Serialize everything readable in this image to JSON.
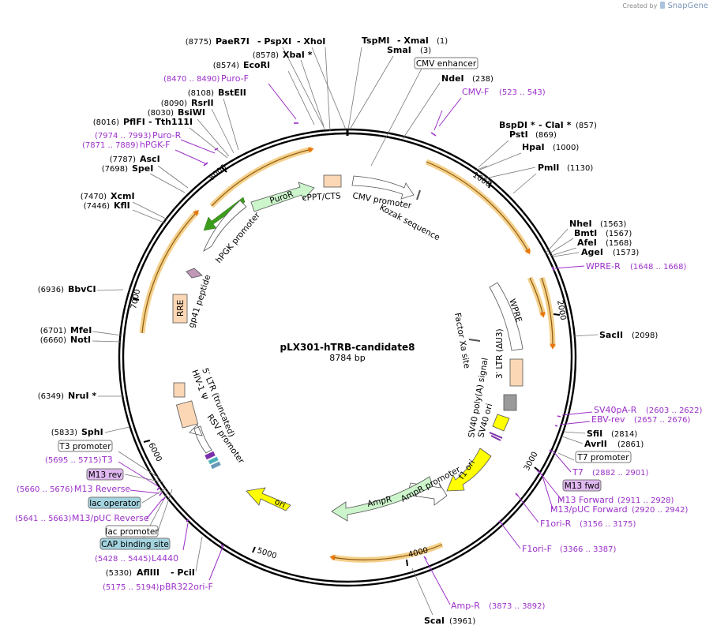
{
  "credit": {
    "created_by": "Created by",
    "brand": "SnapGene"
  },
  "plasmid": {
    "name": "pLX301-hTRB-candidate8",
    "size": "8784 bp"
  },
  "ticks": [
    "1000",
    "2000",
    "3000",
    "4000",
    "5000",
    "6000",
    "7000",
    "8000"
  ],
  "sites": [
    {
      "name": "PaeR7I",
      "pos": "(8775)"
    },
    {
      "name": "- PspXI",
      "pos": ""
    },
    {
      "name": "- XhoI",
      "pos": ""
    },
    {
      "name": "XbaI *",
      "pos": "(8578)"
    },
    {
      "name": "EcoRI",
      "pos": "(8574)"
    },
    {
      "name": "TspMI",
      "pos": ""
    },
    {
      "name": "- XmaI",
      "pos": "(1)"
    },
    {
      "name": "SmaI",
      "pos": "(3)"
    },
    {
      "name": "NdeI",
      "pos": "(238)"
    },
    {
      "name": "BstEII",
      "pos": "(8108)"
    },
    {
      "name": "RsrII",
      "pos": "(8090)"
    },
    {
      "name": "BsiWI",
      "pos": "(8030)"
    },
    {
      "name": "PflFI",
      "pos": "(8016)"
    },
    {
      "name": "- Tth111I",
      "pos": ""
    },
    {
      "name": "AscI",
      "pos": "(7787)"
    },
    {
      "name": "SpeI",
      "pos": "(7698)"
    },
    {
      "name": "XcmI",
      "pos": "(7470)"
    },
    {
      "name": "KflI",
      "pos": "(7446)"
    },
    {
      "name": "BbvCI",
      "pos": "(6936)"
    },
    {
      "name": "MfeI",
      "pos": "(6701)"
    },
    {
      "name": "NotI",
      "pos": "(6660)"
    },
    {
      "name": "NruI *",
      "pos": "(6349)"
    },
    {
      "name": "SphI",
      "pos": "(5833)"
    },
    {
      "name": "AflIII",
      "pos": "(5330)"
    },
    {
      "name": "- PciI",
      "pos": ""
    },
    {
      "name": "ScaI",
      "pos": "(3961)"
    },
    {
      "name": "BspDI *",
      "pos": ""
    },
    {
      "name": "- ClaI *",
      "pos": "(857)"
    },
    {
      "name": "PstI",
      "pos": "(869)"
    },
    {
      "name": "HpaI",
      "pos": "(1000)"
    },
    {
      "name": "PmlI",
      "pos": "(1130)"
    },
    {
      "name": "NheI",
      "pos": "(1563)"
    },
    {
      "name": "BmtI",
      "pos": "(1567)"
    },
    {
      "name": "AfeI",
      "pos": "(1568)"
    },
    {
      "name": "AgeI",
      "pos": "(1573)"
    },
    {
      "name": "SacII",
      "pos": "(2098)"
    },
    {
      "name": "SfiI",
      "pos": "(2814)"
    },
    {
      "name": "AvrII",
      "pos": "(2861)"
    }
  ],
  "primers": [
    {
      "name": "Puro-F",
      "pos": "(8470 .. 8490)"
    },
    {
      "name": "CMV-F",
      "pos": "(523 .. 543)"
    },
    {
      "name": "Puro-R",
      "pos": "(7974 .. 7993)"
    },
    {
      "name": "hPGK-F",
      "pos": "(7871 .. 7889)"
    },
    {
      "name": "WPRE-R",
      "pos": "(1648 .. 1668)"
    },
    {
      "name": "SV40pA-R",
      "pos": "(2603 .. 2622)"
    },
    {
      "name": "EBV-rev",
      "pos": "(2657 .. 2676)"
    },
    {
      "name": "T7",
      "pos": "(2882 .. 2901)"
    },
    {
      "name": "M13 Forward",
      "pos": "(2911 .. 2928)"
    },
    {
      "name": "M13/pUC Forward",
      "pos": "(2920 .. 2942)"
    },
    {
      "name": "F1ori-R",
      "pos": "(3156 .. 3175)"
    },
    {
      "name": "F1ori-F",
      "pos": "(3366 .. 3387)"
    },
    {
      "name": "Amp-R",
      "pos": "(3873 .. 3892)"
    },
    {
      "name": "T3",
      "pos": "(5695 .. 5715)"
    },
    {
      "name": "M13 Reverse",
      "pos": "(5660 .. 5676)"
    },
    {
      "name": "M13/pUC Reverse",
      "pos": "(5641 .. 5663)"
    },
    {
      "name": "L4440",
      "pos": "(5428 .. 5445)"
    },
    {
      "name": "pBR322ori-F",
      "pos": "(5175 .. 5194)"
    }
  ],
  "boxes": [
    "CMV enhancer",
    "T7 promoter",
    "M13 fwd",
    "T3 promoter",
    "M13 rev",
    "lac operator",
    "lac promoter",
    "CAP binding site"
  ],
  "features": [
    "cPPT/CTS",
    "CMV promoter",
    "Kozak sequence",
    "PuroR",
    "hPGK promoter",
    "RRE",
    "gp41 peptide",
    "WPRE",
    "Factor Xa site",
    "3′ LTR (ΔU3)",
    "SV40 poly(A) signal",
    "SV40 ori",
    "f1 ori",
    "AmpR promoter",
    "AmpR",
    "ori",
    "5′ LTR (truncated)",
    "HIV-1 Ψ",
    "RSV promoter"
  ],
  "colors": {
    "primer": "#9b30c8",
    "orf_arc": "#f5d08a",
    "f1ori": "#ffff00",
    "ampr": "#cdf5cc",
    "puror": "#ccf5cc",
    "hpgk_arrow": "#3c9c1c",
    "boxfill_purple": "#e0b8f0",
    "boxfill_teal": "#a3d3df"
  }
}
